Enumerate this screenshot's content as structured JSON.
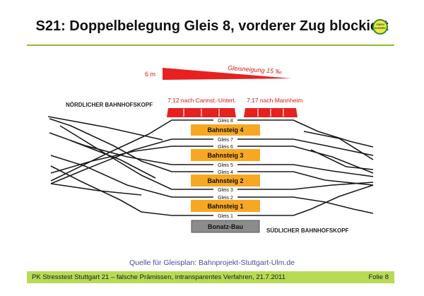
{
  "title": "S21: Doppelbelegung Gleis 8, vorderer Zug blockiert",
  "logo_texts": [
    "OBEN",
    "BLEIBEN"
  ],
  "incline": {
    "height_label": "6 m",
    "label": "Gleisneigung 15 ‰"
  },
  "heads": {
    "north": "NÖRDLICHER BAHNHOFSKOPF",
    "south": "SÜDLICHER BAHNHOFSKOPF"
  },
  "trains": [
    {
      "label": "7:12 nach Cannst.-Untert."
    },
    {
      "label": "7:17 nach Mannheim"
    }
  ],
  "tracks": [
    "Gleis 8",
    "Gleis 7",
    "Gleis 6",
    "Gleis 5",
    "Gleis 4",
    "Gleis 3",
    "Gleis 2",
    "Gleis 1"
  ],
  "platforms": [
    "Bahnsteig 4",
    "Bahnsteig 3",
    "Bahnsteig 2",
    "Bahnsteig 1"
  ],
  "building": "Bonatz-Bau",
  "source": "Quelle für Gleisplan: Bahnprojekt-Stuttgart-Ulm.de",
  "footer": {
    "left": "PK Stresstest Stuttgart 21 – falsche Prämissen, intransparentes Verfahren, 21.7.2011",
    "right": "Folie 8"
  },
  "colors": {
    "accent_green": "#8bbf2a",
    "footer_green": "#b9da55",
    "train_red": "#e8201f",
    "platform_orange": "#f7a823",
    "text_red": "#d41a1a"
  }
}
